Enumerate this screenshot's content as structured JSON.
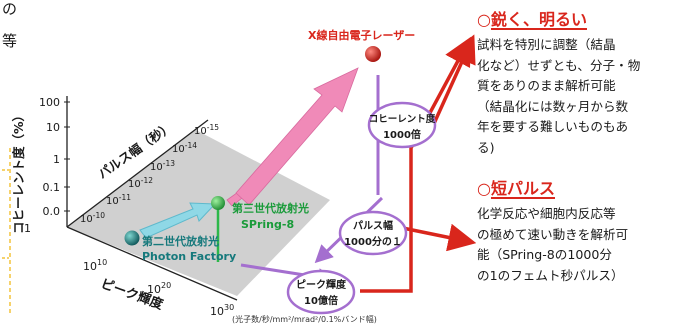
{
  "left_fragments": [
    "の",
    "等"
  ],
  "chart_data": {
    "type": "3d-scatter",
    "axes": {
      "coherence": {
        "label": "コヒーレント度（%）",
        "ticks": [
          "100",
          "10",
          "1",
          "0.1",
          "0.0",
          "1"
        ]
      },
      "pulse": {
        "label": "パルス幅（秒）",
        "ticks": [
          "10-15",
          "10-14",
          "10-13",
          "10-12",
          "10-11",
          "10-10"
        ]
      },
      "brightness": {
        "label": "ピーク輝度",
        "ticks": [
          "1010",
          "1020",
          "1030"
        ]
      }
    },
    "points": [
      {
        "name": "X線自由電子レーザー",
        "color": "#d9261c"
      },
      {
        "name": "第三世代放射光",
        "name2": "SPring-8",
        "color": "#2db84a"
      },
      {
        "name": "第二世代放射光",
        "name2": "Photon Factory",
        "color": "#1d7f86"
      }
    ],
    "callouts": {
      "coherence": {
        "l1": "コヒーレント度",
        "l2": "1000倍"
      },
      "pulse": {
        "l1": "パルス幅",
        "l2": "1000分の１"
      },
      "peak": {
        "l1": "ピーク輝度",
        "l2": "10億倍"
      }
    },
    "footnote": "(光子数/秒/mm²/mrad²/0.1%バンド幅)"
  },
  "right_panel": {
    "sec1": {
      "title": "鋭く、明るい",
      "lines": [
        "試料を特別に調整（結晶",
        "化など）せずとも、分子・物",
        "質をありのまま解析可能",
        "（結晶化には数ヶ月から数",
        "年を要する難しいものもあ",
        "る)"
      ]
    },
    "sec2": {
      "title": "短パルス",
      "lines": [
        "化学反応や細胞内反応等",
        "の極めて速い動きを解析可",
        "能（SPring-8の1000分",
        "の1のフェムト秒パルス）"
      ]
    }
  },
  "colors": {
    "red": "#d9261c",
    "purple": "#a46fcf",
    "pink": "#f08ab8",
    "cyan": "#8fd8e6",
    "green": "#2db84a",
    "teal": "#1d7f86",
    "plane": "#c8c8c8",
    "yellow": "#f3c33c"
  }
}
